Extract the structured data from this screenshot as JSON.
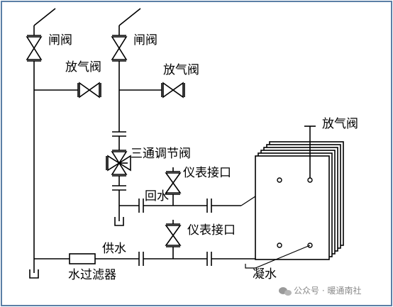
{
  "labels": {
    "gate_valve_1": "闸阀",
    "gate_valve_2": "闸阀",
    "vent_valve_1": "放气阀",
    "vent_valve_2": "放气阀",
    "vent_valve_3": "放气阀",
    "three_way_valve": "三通调节阀",
    "gauge_port_1": "仪表接口",
    "gauge_port_2": "仪表接口",
    "return_water": "回水",
    "supply_water": "供水",
    "filter": "水过滤器",
    "condensate": "凝水"
  },
  "watermark": {
    "text": "公众号 · 暖通南社",
    "icon": "wechat-icon"
  },
  "colors": {
    "frame": "#5b7fa6",
    "line": "#000000",
    "watermark": "#8a8a8a"
  }
}
